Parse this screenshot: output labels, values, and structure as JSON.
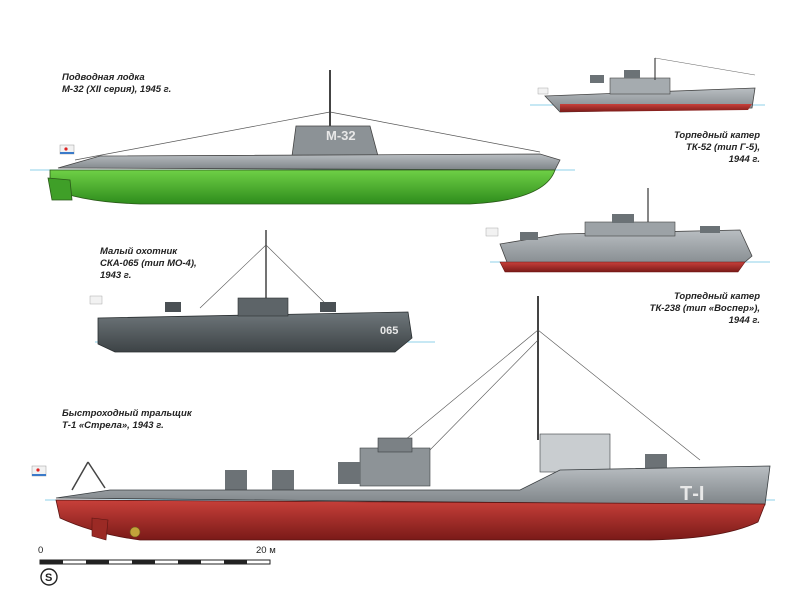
{
  "captions": {
    "submarine": {
      "line1": "Подводная лодка",
      "line2": "М-32 (XII серия), 1945 г."
    },
    "tk52": {
      "line1": "Торпедный катер",
      "line2": "ТК-52 (тип Г-5),",
      "line3": "1944 г."
    },
    "ska065": {
      "line1": "Малый охотник",
      "line2": "СКА-065 (тип МО-4),",
      "line3": "1943 г."
    },
    "tk238": {
      "line1": "Торпедный катер",
      "line2": "ТК-238 (тип «Воспер»),",
      "line3": "1944 г."
    },
    "t1": {
      "line1": "Быстроходный тральщик",
      "line2": "Т-1 «Стрела», 1943 г."
    }
  },
  "hull_markings": {
    "submarine": "М-32",
    "ska065": "065",
    "t1": "Т-I"
  },
  "scale": {
    "start": "0",
    "end": "20 м"
  },
  "logo": "S",
  "colors": {
    "background": "#ffffff",
    "hull_grey": "#9a9fa3",
    "dark_grey": "#4e5558",
    "submarine_bottom": "#4fb72f",
    "boot_red": "#b02a26",
    "waterline": "#8fd0e8"
  }
}
